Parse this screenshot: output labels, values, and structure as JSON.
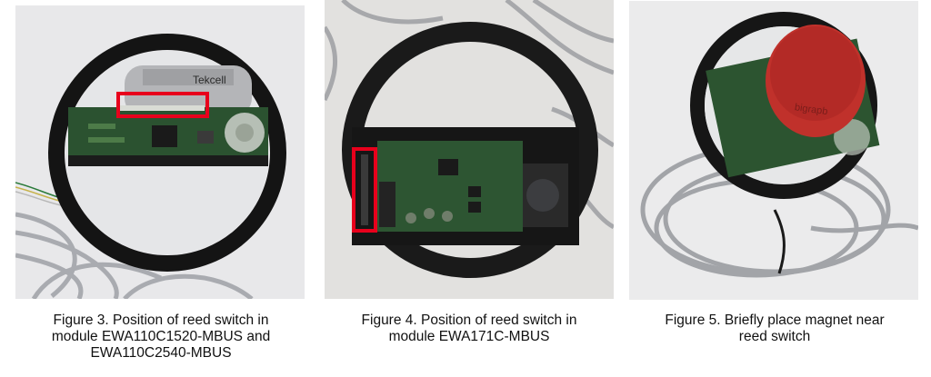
{
  "figures": [
    {
      "caption": "Figure 3.  Position of reed switch in\nmodule EWA110C1520-MBUS and\nEWA110C2540-MBUS",
      "battery_label": "Tekcell",
      "highlight_color": "#e8001c"
    },
    {
      "caption": "Figure 4.  Position of reed switch in\nmodule EWA171C-MBUS",
      "highlight_color": "#e8001c"
    },
    {
      "caption": "Figure 5.  Briefly place magnet near\nreed switch",
      "magnet_label": "bigrapb",
      "magnet_color": "#c0312b"
    }
  ]
}
